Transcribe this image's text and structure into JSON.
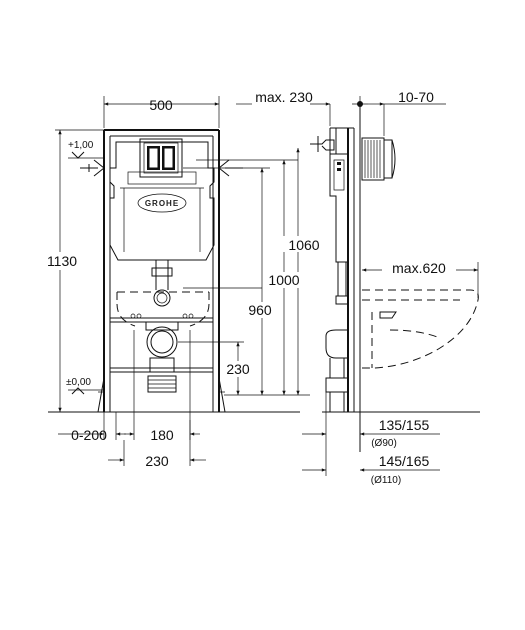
{
  "brand": "GROHE",
  "dimensions": {
    "frame_width": "500",
    "total_height": "1130",
    "level_top": "+1,00",
    "level_floor": "±0,00",
    "flush_height_1060": "1060",
    "flush_height_1000": "1000",
    "drain_height": "960",
    "drain_outlet_height": "230",
    "floor_offset": "0-200",
    "bolt_spacing": "180",
    "foot_spacing": "230",
    "depth_max": "max. 230",
    "plate_thickness": "10-70",
    "bowl_projection": "max.620",
    "drain_90": "135/155",
    "drain_90_diameter": "(Ø90)",
    "drain_110": "145/165",
    "drain_110_diameter": "(Ø110)"
  }
}
